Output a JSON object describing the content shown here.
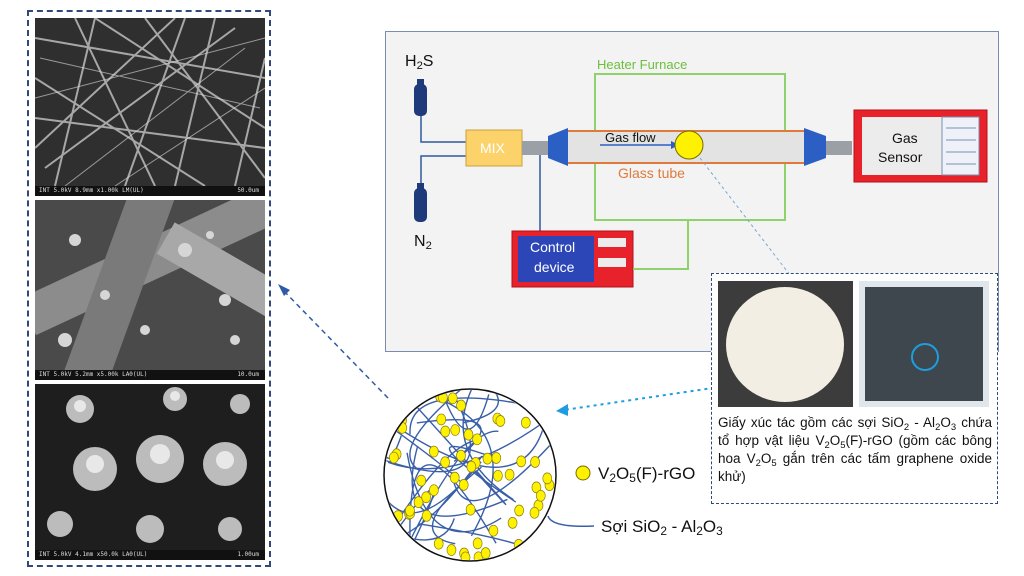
{
  "sem": {
    "captions": [
      {
        "info": "INT 5.0kV 8.9mm x1.00k LM(UL)",
        "scale": "50.0um"
      },
      {
        "info": "INT 5.0kV 5.2mm x5.00k LA0(UL)",
        "scale": "10.0um"
      },
      {
        "info": "INT 5.0kV 4.1mm x50.0k LA0(UL)",
        "scale": "1.00um"
      }
    ]
  },
  "setup": {
    "h2s": {
      "base": "H",
      "sub": "2",
      "rest": "S"
    },
    "n2": {
      "base": "N",
      "sub": "2"
    },
    "mix": "MIX",
    "heater": "Heater Furnace",
    "gas_flow": "Gas flow",
    "glass_tube": "Glass tube",
    "sensor_line1": "Gas",
    "sensor_line2": "Sensor",
    "control_line1": "Control",
    "control_line2": "device",
    "colors": {
      "red": "#e8222a",
      "blue": "#2c46b8",
      "yellow": "#fbe26a",
      "green": "#8fd16a",
      "orange": "#e07a3c"
    }
  },
  "inset": {
    "caption_parts": [
      "Giấy xúc tác gồm các sợi SiO",
      "2",
      " - Al",
      "2",
      "O",
      "3",
      " chứa tổ hợp vật liệu V",
      "2",
      "O",
      "5",
      "(F)-rGO (gồm các bông hoa V",
      "2",
      "O",
      "5",
      " gắn trên các tấm graphene oxide khử)"
    ]
  },
  "legend": {
    "dot_label": {
      "a": "V",
      "b": "2",
      "c": "O",
      "d": "5",
      "e": "(F)-rGO"
    },
    "fiber_label": {
      "a": "Sợi SiO",
      "b": "2",
      "c": " - Al",
      "d": "2",
      "e": "O",
      "f": "3"
    }
  }
}
